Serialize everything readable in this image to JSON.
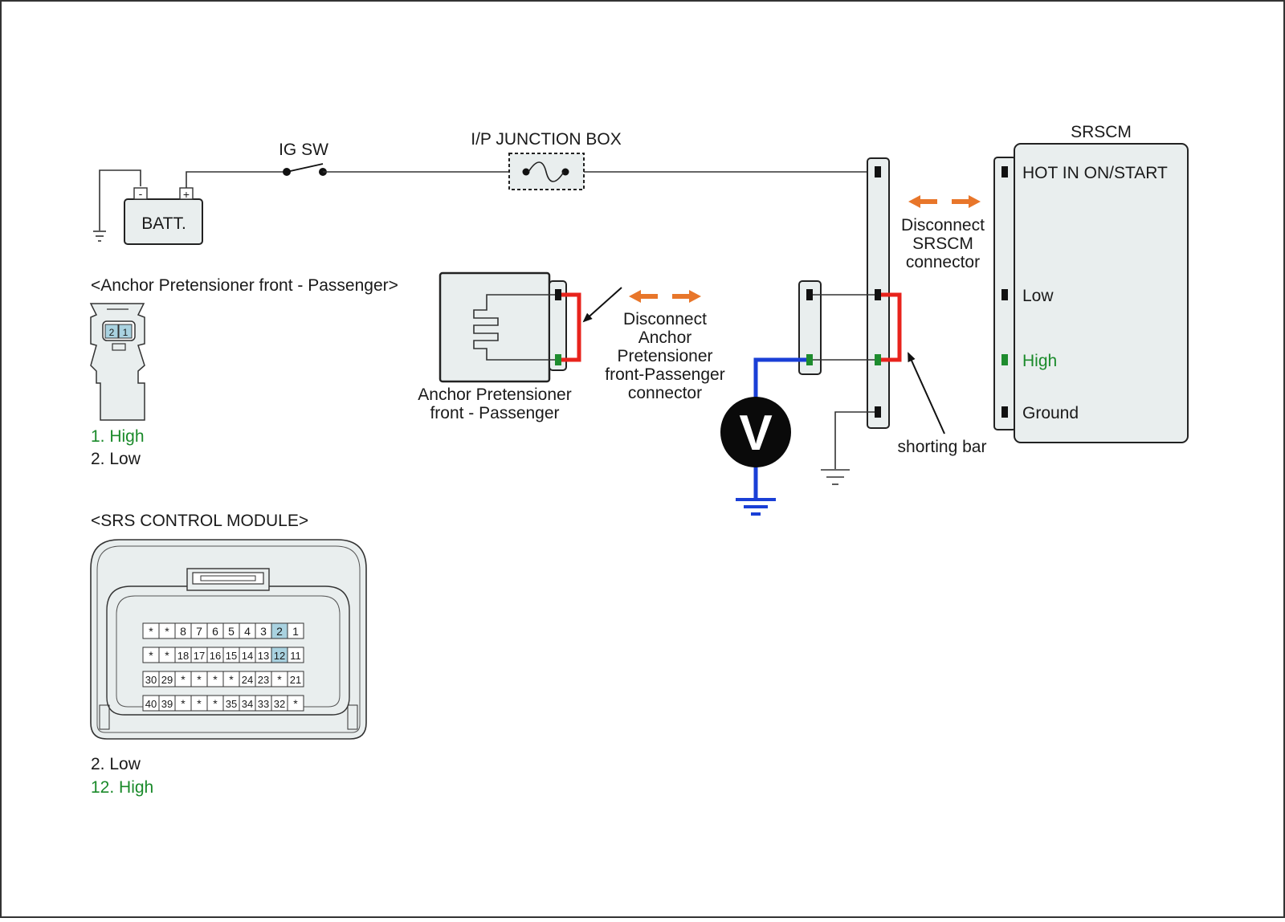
{
  "labels": {
    "ig_sw": "IG SW",
    "ip_junction_box": "I/P JUNCTION BOX",
    "batt": "BATT.",
    "batt_minus": "-",
    "batt_plus": "+",
    "srscm_title": "SRSCM",
    "srscm_pins": {
      "hot": "HOT IN ON/START",
      "low": "Low",
      "high": "High",
      "ground": "Ground"
    },
    "disconnect_srscm": [
      "Disconnect",
      "SRSCM",
      "connector"
    ],
    "disconnect_anchor": [
      "Disconnect",
      "Anchor",
      "Pretensioner",
      "front-Passenger",
      "connector"
    ],
    "anchor_component": [
      "Anchor Pretensioner",
      "front - Passenger"
    ],
    "shorting_bar": "shorting bar",
    "voltmeter": "V"
  },
  "anchor_connector": {
    "title": "<Anchor Pretensioner front - Passenger>",
    "pin_numbers": [
      "2",
      "1"
    ],
    "pins": [
      {
        "text": "1. High",
        "highlight": true
      },
      {
        "text": "2. Low",
        "highlight": false
      }
    ]
  },
  "srs_module": {
    "title": "<SRS CONTROL MODULE>",
    "rows": [
      [
        "*",
        "*",
        "8",
        "7",
        "6",
        "5",
        "4",
        "3",
        "2",
        "1"
      ],
      [
        "*",
        "*",
        "18",
        "17",
        "16",
        "15",
        "14",
        "13",
        "12",
        "11"
      ],
      [
        "30",
        "29",
        "*",
        "*",
        "*",
        "*",
        "24",
        "23",
        "*",
        "21"
      ],
      [
        "40",
        "39",
        "*",
        "*",
        "*",
        "35",
        "34",
        "33",
        "32",
        "*"
      ]
    ],
    "highlighted_pins": [
      "2",
      "12"
    ],
    "pins": [
      {
        "text": "2. Low",
        "highlight": false
      },
      {
        "text": "12. High",
        "highlight": true
      }
    ]
  },
  "colors": {
    "high_text": "#1a8a2a",
    "wire_red": "#e8231c",
    "wire_blue": "#1a3fd6",
    "arrow_orange": "#e8762a",
    "pin_green": "#1e8c2e",
    "pin_highlight": "#a9d2e0",
    "component_fill": "#e9eeee"
  }
}
